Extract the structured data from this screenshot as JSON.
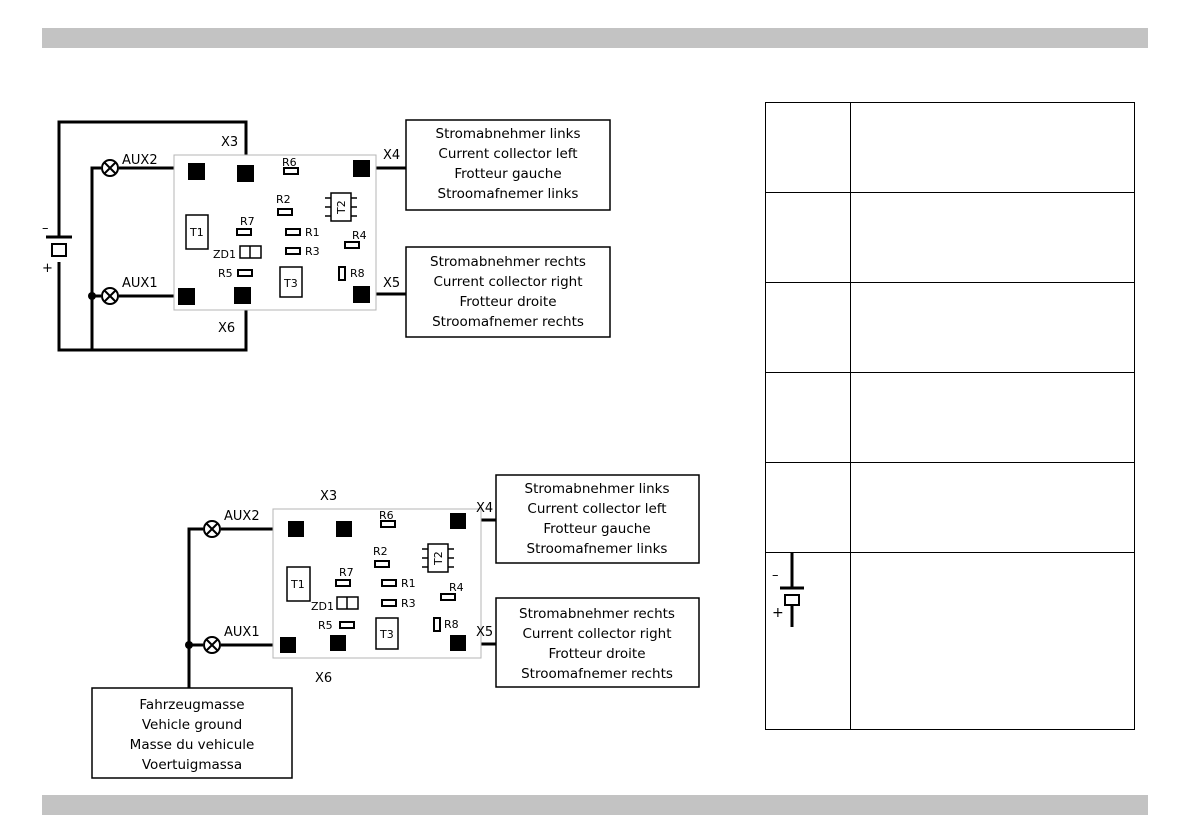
{
  "top_diagram": {
    "connectors": {
      "x3": "X3",
      "x4": "X4",
      "x5": "X5",
      "x6": "X6",
      "aux1": "AUX1",
      "aux2": "AUX2"
    },
    "components": {
      "r1": "R1",
      "r2": "R2",
      "r3": "R3",
      "r4": "R4",
      "r5": "R5",
      "r6": "R6",
      "r7": "R7",
      "r8": "R8",
      "t1": "T1",
      "t2": "T2",
      "t3": "T3",
      "zd1": "ZD1"
    },
    "battery_signs": {
      "minus": "–",
      "plus": "+"
    },
    "left_box": [
      "Stromabnehmer links",
      "Current collector left",
      "Frotteur gauche",
      "Stroomafnemer links"
    ],
    "right_box": [
      "Stromabnehmer rechts",
      "Current collector right",
      "Frotteur droite",
      "Stroomafnemer rechts"
    ]
  },
  "bottom_diagram": {
    "connectors": {
      "x3": "X3",
      "x4": "X4",
      "x5": "X5",
      "x6": "X6",
      "aux1": "AUX1",
      "aux2": "AUX2"
    },
    "components": {
      "r1": "R1",
      "r2": "R2",
      "r3": "R3",
      "r4": "R4",
      "r5": "R5",
      "r6": "R6",
      "r7": "R7",
      "r8": "R8",
      "t1": "T1",
      "t2": "T2",
      "t3": "T3",
      "zd1": "ZD1"
    },
    "left_box": [
      "Stromabnehmer links",
      "Current collector left",
      "Frotteur gauche",
      "Stroomafnemer links"
    ],
    "right_box": [
      "Stromabnehmer rechts",
      "Current collector right",
      "Frotteur droite",
      "Stroomafnemer rechts"
    ],
    "ground_box": [
      "Fahrzeugmasse",
      "Vehicle ground",
      "Masse du vehicule",
      "Voertuigmassa"
    ]
  },
  "legend": {
    "battery_signs": {
      "minus": "–",
      "plus": "+"
    }
  },
  "colors": {
    "band": "#c3c3c3",
    "line": "#000000",
    "board_outline": "#b5b5b5"
  }
}
